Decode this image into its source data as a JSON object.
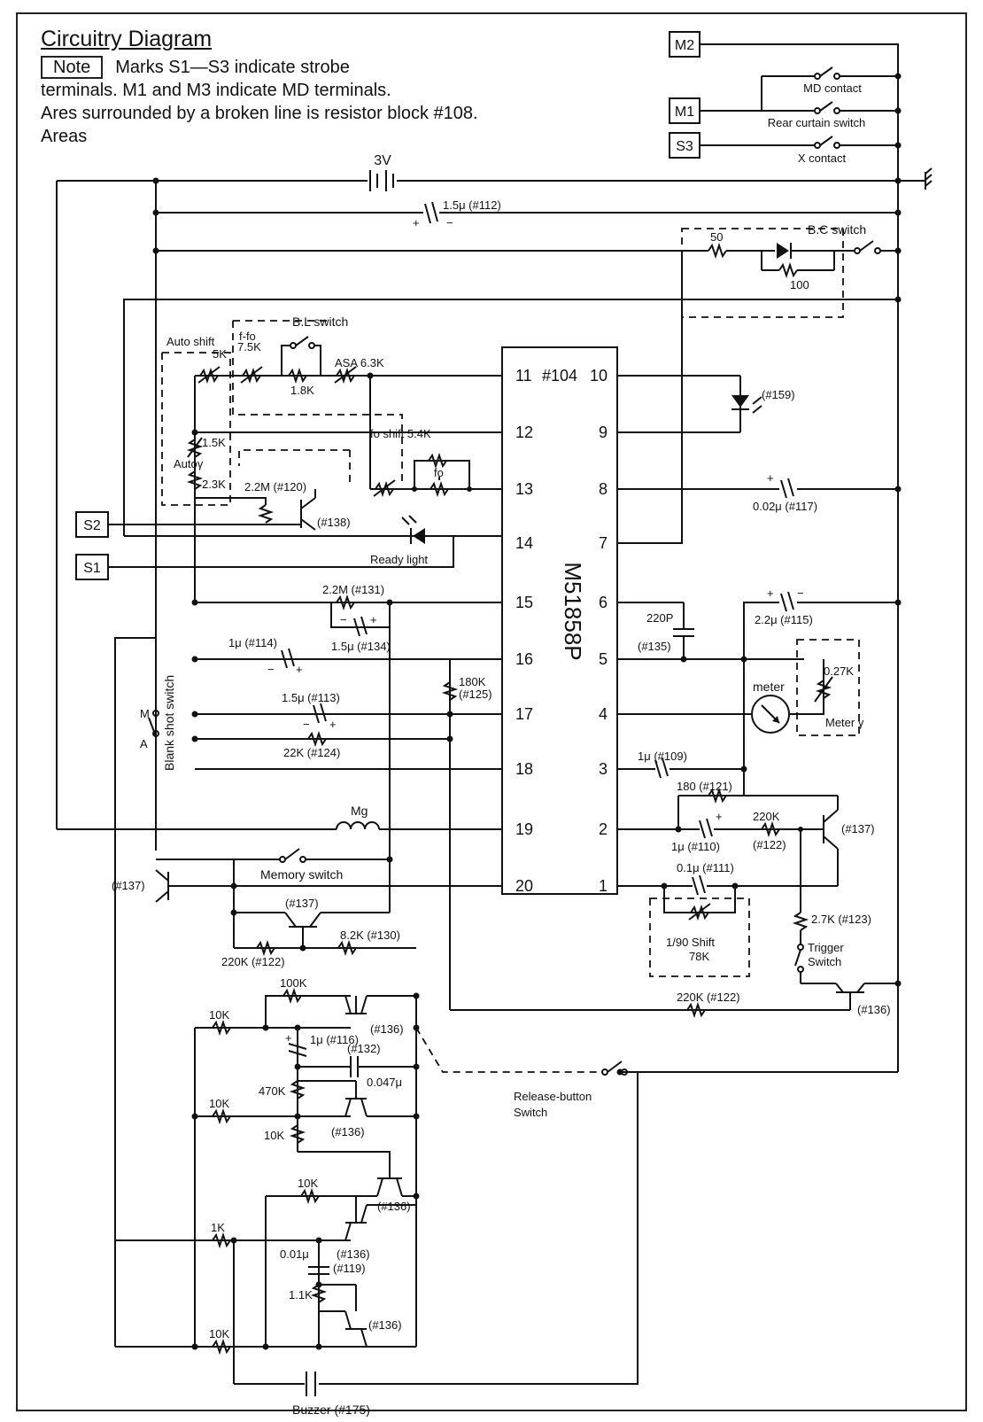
{
  "header": {
    "title": "Circuitry Diagram",
    "note_label": "Note",
    "note_line1": "Marks S1—S3 indicate strobe",
    "note_line2": "terminals. M1 and M3 indicate MD terminals.",
    "note_line3": "Ares surrounded by a broken line is resistor  block #108.",
    "note_line4": "Areas"
  },
  "terminals": {
    "m2": "M2",
    "m1": "M1",
    "s3": "S3",
    "s2": "S2",
    "s1": "S1"
  },
  "ic": {
    "name": "M51858P",
    "block": "#104",
    "left_pins": [
      "11",
      "12",
      "13",
      "14",
      "15",
      "16",
      "17",
      "18",
      "19",
      "20"
    ],
    "right_pins": [
      "10",
      "9",
      "8",
      "7",
      "6",
      "5",
      "4",
      "3",
      "2",
      "1"
    ]
  },
  "labels": {
    "md_contact": "MD contact",
    "rear_curtain": "Rear curtain switch",
    "x_contact": "X contact",
    "battery": "3V",
    "cap_112": "1.5μ (#112)",
    "r50": "50",
    "r100": "100",
    "bc_switch": "B.C switch",
    "bl_switch": "B.L switch",
    "auto_shift": "Auto shift",
    "r5k": "5K",
    "ffo": "f-fo",
    "r75k": "7.5K",
    "r18k": "1.8K",
    "asa": "ASA 6.3K",
    "r15k": "1.5K",
    "autoy": "Autoγ",
    "fo_shift": "fo shift 5.4K",
    "fo": "fo",
    "r23k": "2.3K",
    "r22m_120": "2.2M (#120)",
    "q138": "(#138)",
    "led_159": "(#159)",
    "cap_117": "0.02μ (#117)",
    "ready_light": "Ready light",
    "r22m_131": "2.2M (#131)",
    "cap_134": "1.5μ (#134)",
    "cap_114": "1μ (#114)",
    "r180k": "180K",
    "r125": "(#125)",
    "cap_113": "1.5μ (#113)",
    "r22k_124": "22K (#124)",
    "c220p": "220P",
    "c135": "(#135)",
    "cap_115": "2.2μ (#115)",
    "r027k": "0.27K",
    "meter": "meter",
    "meter_y": "Meter γ",
    "cap_109": "1μ (#109)",
    "r180_121": "180 (#121)",
    "cap_110": "1μ (#110)",
    "r220k": "220K",
    "r122": "(#122)",
    "q137": "(#137)",
    "cap_111": "0.1μ (#111)",
    "shift_190": "1/90 Shift",
    "r78k": "78K",
    "r27k_123": "2.7K (#123)",
    "trigger": "Trigger",
    "switch": "Switch",
    "q136": "(#136)",
    "r220k_122": "220K (#122)",
    "mg": "Mg",
    "memory_switch": "Memory switch",
    "blank_shot": "Blank shot switch",
    "m": "M",
    "a": "A",
    "r82k_130": "8.2K (#130)",
    "r100k": "100K",
    "r10k": "10K",
    "cap_116": "1μ (#116)",
    "cap_132": "(#132)",
    "c0047": "0.047μ",
    "r470k": "470K",
    "release_button": "Release-button",
    "r1k": "1K",
    "c001": "0.01μ",
    "c119": "(#119)",
    "r11k": "1.1K",
    "buzzer": "Buzzer  (#175)",
    "plus": "+",
    "minus": "−"
  }
}
